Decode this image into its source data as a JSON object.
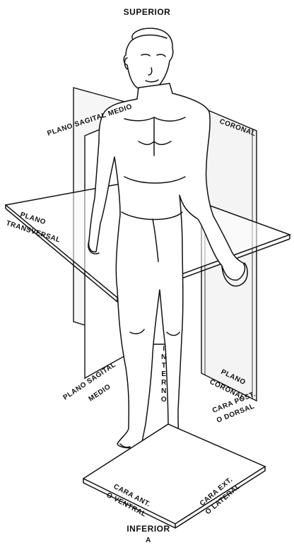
{
  "labels": {
    "superior": "SUPERIOR",
    "inferior": "INFERIOR",
    "figure_letter": "A",
    "plano_sagital_medio_top": "PLANO SAGITAL MEDIO",
    "coronal_top": "CORONAL",
    "plano_transversal_line1": "PLANO",
    "plano_transversal_line2": "TRANSVERSAL",
    "plano_sagital_bottom_line1": "PLANO SAGITAL",
    "plano_sagital_bottom_line2": "MEDIO",
    "plano_coronal_bottom_line1": "PLANO",
    "plano_coronal_bottom_line2": "CORONAL",
    "interno": [
      "I",
      "N",
      "T",
      "E",
      "R",
      "N",
      "O"
    ],
    "cara_post_line1": "CARA POST.",
    "cara_post_line2": "O DORSAL",
    "cara_ant_line1": "CARA ANT.",
    "cara_ant_line2": "O VENTRAL",
    "cara_ext_line1": "CARA EXT.",
    "cara_ext_line2": "O LATERAL"
  }
}
